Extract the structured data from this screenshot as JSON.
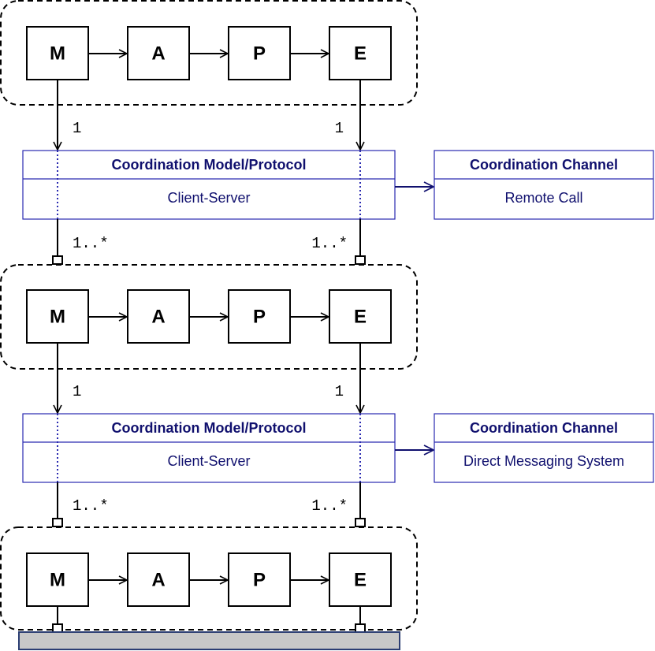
{
  "colors": {
    "stroke": "#000000",
    "accent": "#10106e",
    "accent_box": "#2a2ab0",
    "base": "#c8c8c8",
    "base_border": "#2c3e73"
  },
  "levels": [
    {
      "mape": [
        "M",
        "A",
        "P",
        "E"
      ],
      "mult_top_left": "1",
      "mult_top_right": "1"
    },
    {
      "mape": [
        "M",
        "A",
        "P",
        "E"
      ],
      "mult_top_left": "1",
      "mult_top_right": "1",
      "mult_bottom_left": "1..*",
      "mult_bottom_right": "1..*"
    },
    {
      "mape": [
        "M",
        "A",
        "P",
        "E"
      ],
      "mult_bottom_left": "1..*",
      "mult_bottom_right": "1..*"
    }
  ],
  "coordination": [
    {
      "model_title": "Coordination Model/Protocol",
      "model_value": "Client-Server",
      "channel_title": "Coordination Channel",
      "channel_value": "Remote Call"
    },
    {
      "model_title": "Coordination Model/Protocol",
      "model_value": "Client-Server",
      "channel_title": "Coordination Channel",
      "channel_value": "Direct Messaging System"
    }
  ]
}
